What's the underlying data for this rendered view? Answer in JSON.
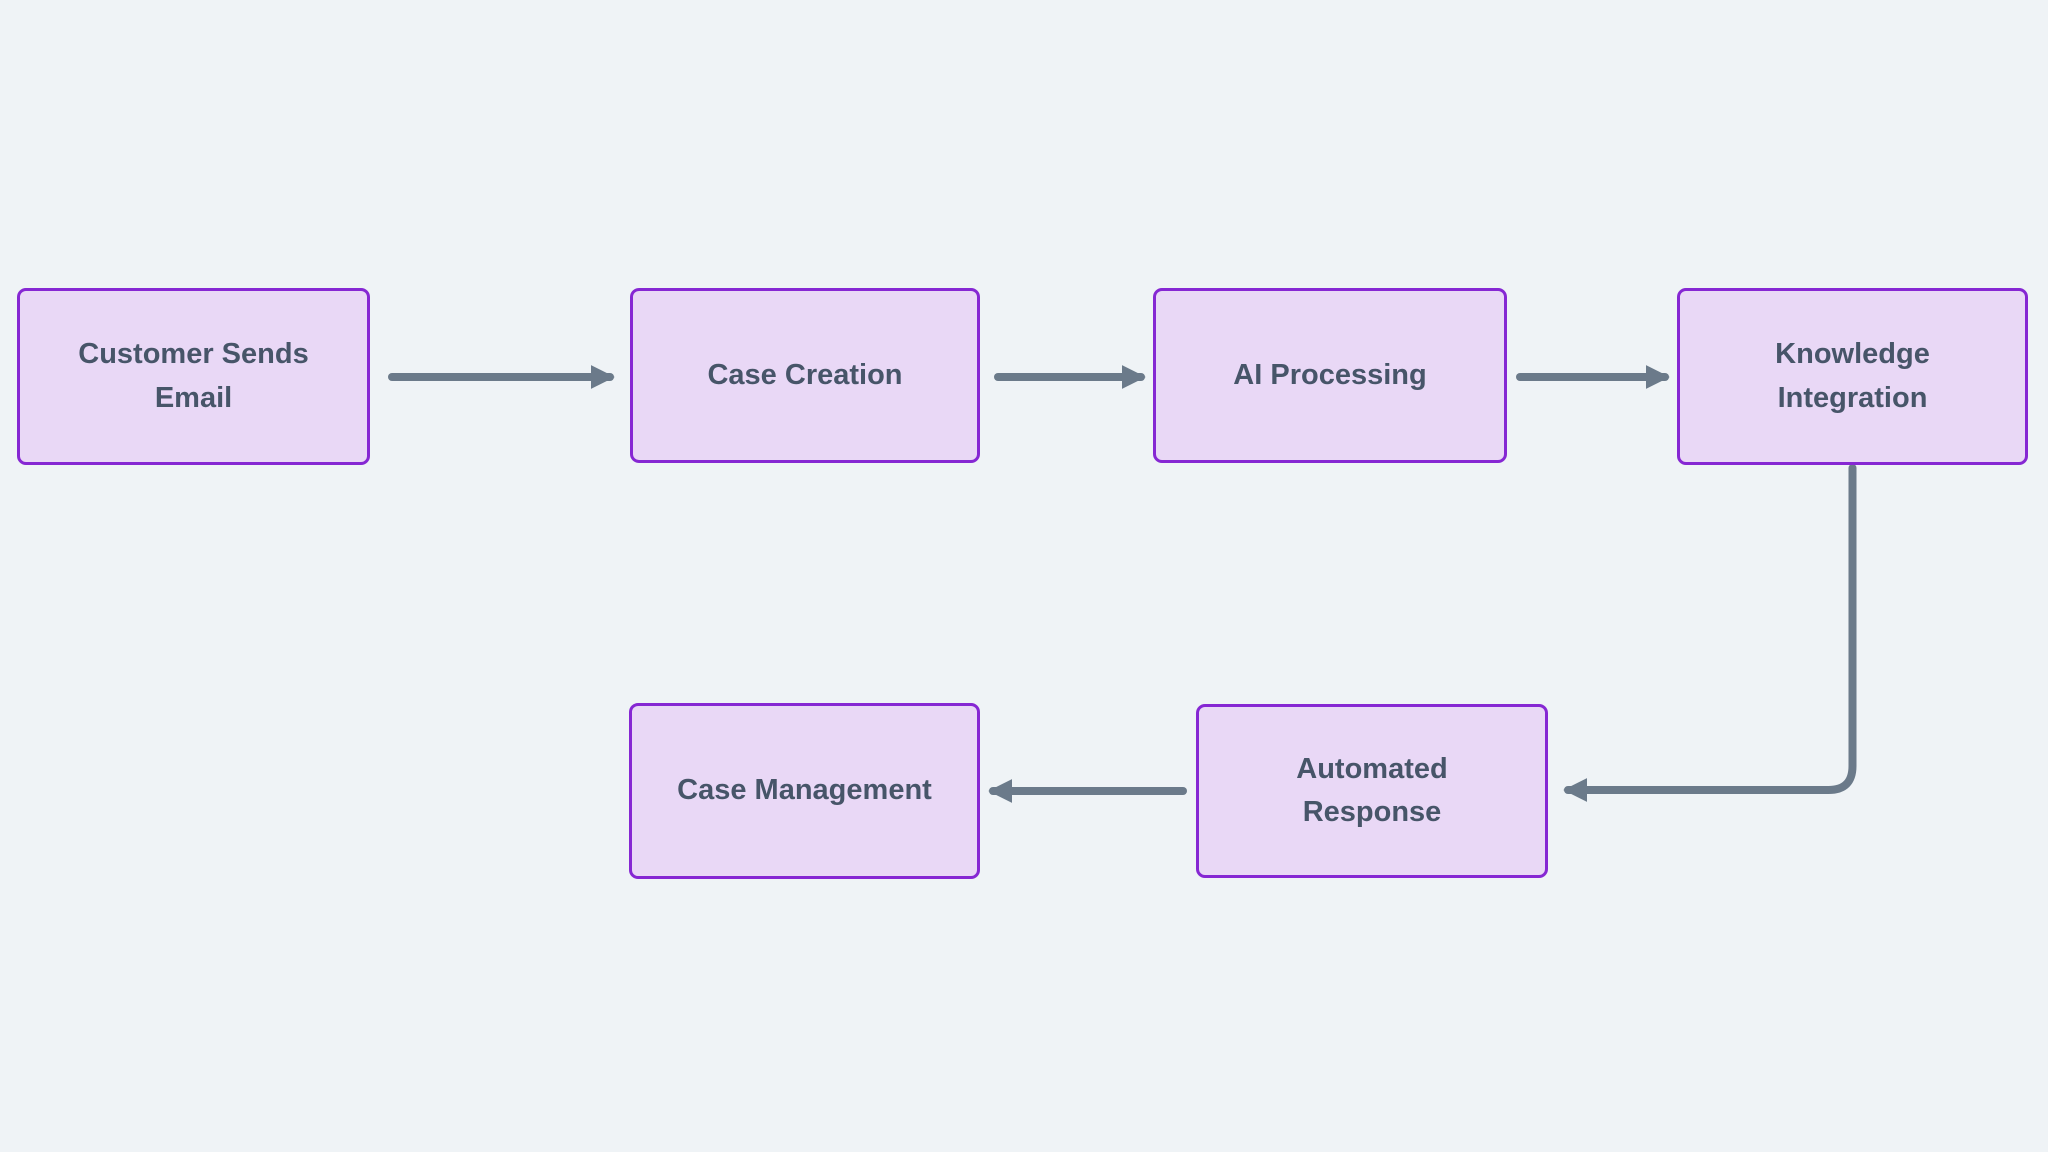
{
  "diagram": {
    "type": "flowchart",
    "direction": "top row left-to-right, then down and right-to-left",
    "nodes": [
      {
        "id": "customer-sends-email",
        "label": "Customer Sends Email"
      },
      {
        "id": "case-creation",
        "label": "Case Creation"
      },
      {
        "id": "ai-processing",
        "label": "AI Processing"
      },
      {
        "id": "knowledge-integration",
        "label": "Knowledge Integration"
      },
      {
        "id": "automated-response",
        "label": "Automated Response"
      },
      {
        "id": "case-management",
        "label": "Case Management"
      }
    ],
    "edges": [
      {
        "from": "customer-sends-email",
        "to": "case-creation",
        "style": "straight-right-arrow"
      },
      {
        "from": "case-creation",
        "to": "ai-processing",
        "style": "straight-right-arrow"
      },
      {
        "from": "ai-processing",
        "to": "knowledge-integration",
        "style": "straight-right-arrow"
      },
      {
        "from": "knowledge-integration",
        "to": "automated-response",
        "style": "elbow-down-then-left-arrow"
      },
      {
        "from": "automated-response",
        "to": "case-management",
        "style": "straight-left-arrow"
      }
    ],
    "colors": {
      "background": "#EFF3F6",
      "node_fill": "#E9D8F6",
      "node_border": "#8627D3",
      "node_text": "#475569",
      "arrow": "#6B7A8A"
    }
  }
}
